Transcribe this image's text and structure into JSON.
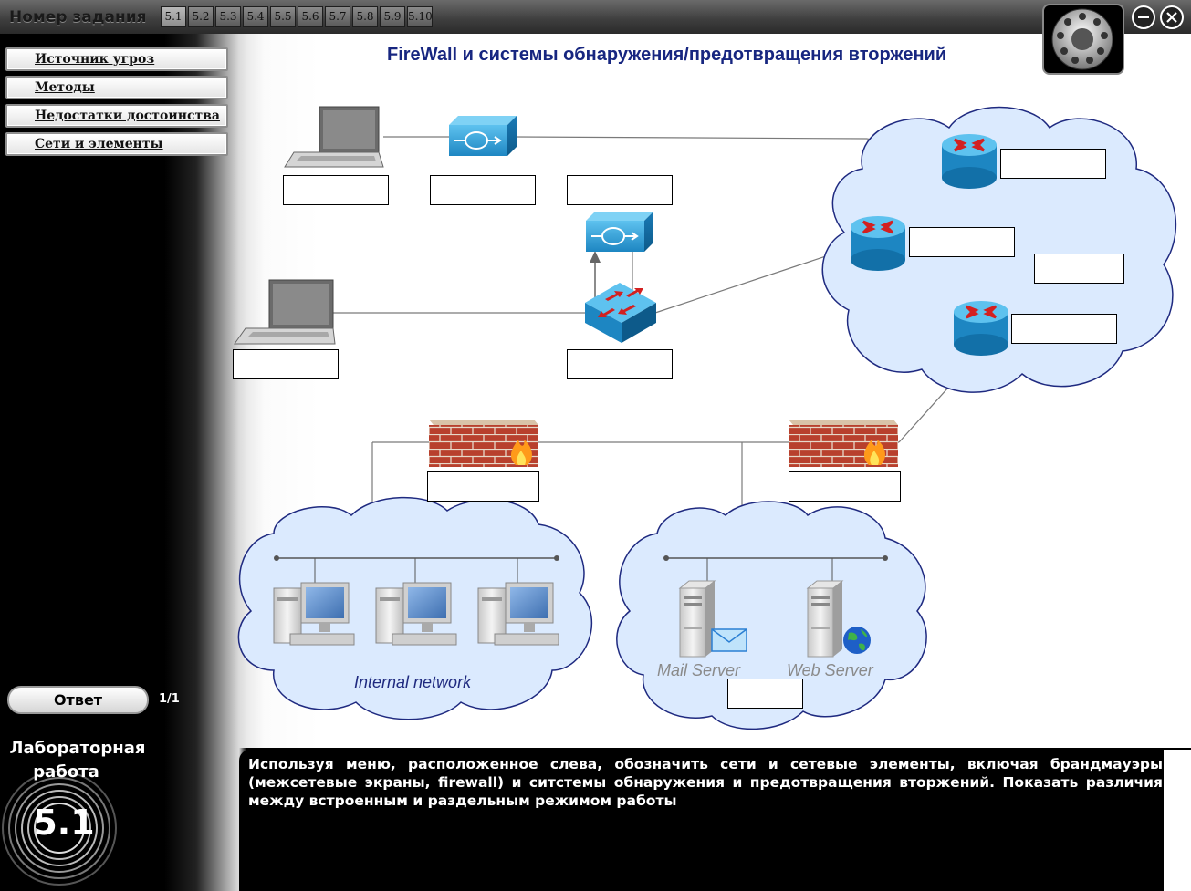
{
  "app": {
    "task_title": "Номер задания",
    "tabs": [
      "5.1",
      "5.2",
      "5.3",
      "5.4",
      "5.5",
      "5.6",
      "5.7",
      "5.8",
      "5.9",
      "5.10"
    ],
    "active_tab": "5.1"
  },
  "menu": {
    "items": [
      {
        "label": "Источник угроз"
      },
      {
        "label": "Методы"
      },
      {
        "label": "Недостатки достоинства"
      },
      {
        "label": "Сети и элементы"
      }
    ]
  },
  "answer": {
    "button_label": "Ответ",
    "counter": "1/1"
  },
  "lab": {
    "title_line1": "Лабораторная",
    "title_line2": "работа",
    "number": "5.1"
  },
  "page": {
    "title": "FireWall и системы обнаружения/предотвращения вторжений"
  },
  "task": {
    "text": "Используя меню, расположенное слева, обозначить сети и сетевые элементы, включая брандмауэры (межсетевые экраны, firewall) и ситстемы обнаружения и предотвращения вторжений. Показать различия между встроенным и раздельным режимом работы"
  },
  "diagram": {
    "internal_network_label": "Internal network",
    "mail_server_label": "Mail Server",
    "web_server_label": "Web Server"
  },
  "colors": {
    "title": "#172680",
    "cloud_fill": "#dbeafe",
    "cloud_stroke": "#1f2a80",
    "device_blue": "#1e8fc7",
    "router_red": "#d32020",
    "brick": "#b23a2a"
  },
  "icons": [
    "laptop-icon",
    "ips-sensor-icon",
    "router-icon",
    "switch-icon",
    "firewall-icon",
    "workstation-icon",
    "mail-server-icon",
    "web-server-icon",
    "globe-icon",
    "envelope-icon",
    "dial-icon",
    "minimize-icon",
    "close-icon"
  ]
}
